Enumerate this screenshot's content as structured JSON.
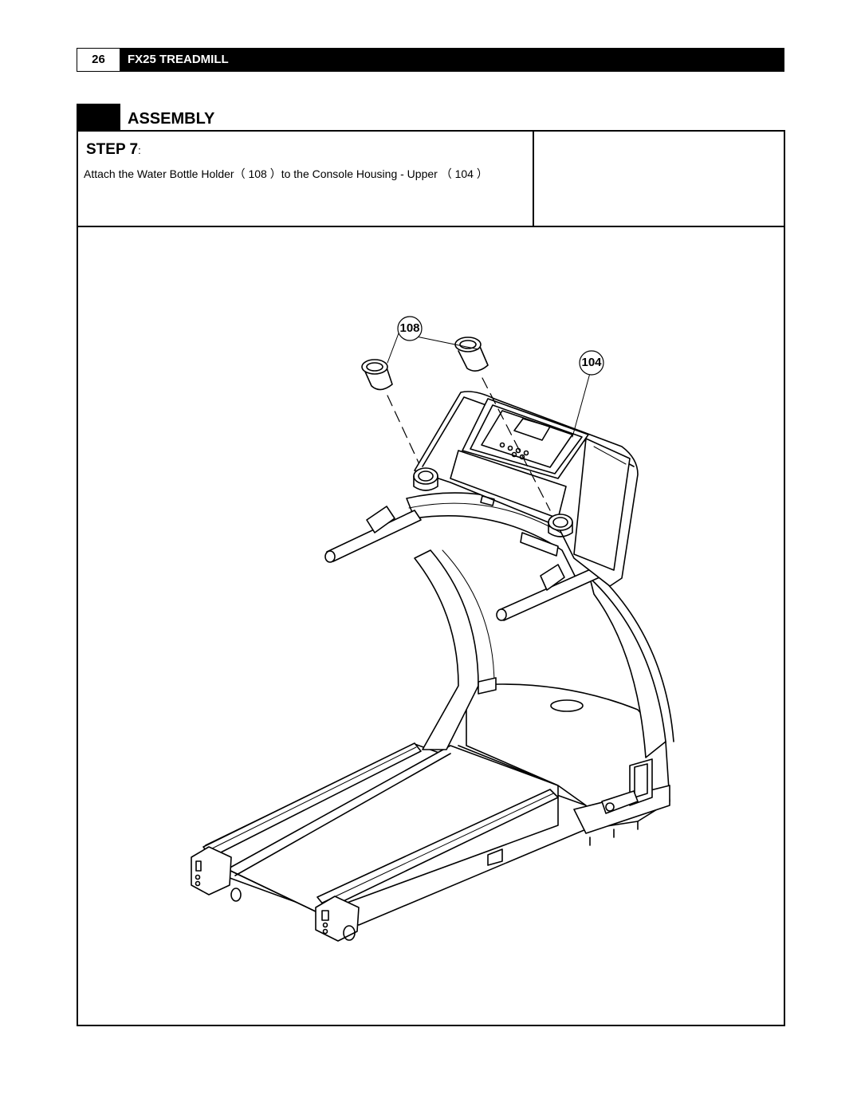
{
  "header": {
    "page_number": "26",
    "title": "FX25 TREADMILL"
  },
  "section": {
    "title": "ASSEMBLY"
  },
  "step": {
    "label": "STEP 7",
    "colon": ":",
    "instruction": "Attach the Water Bottle Holder（ 108 ）to the Console Housing - Upper （ 104 ）"
  },
  "figure": {
    "callouts": {
      "bottle_holder": "108",
      "console_housing": "104"
    }
  }
}
